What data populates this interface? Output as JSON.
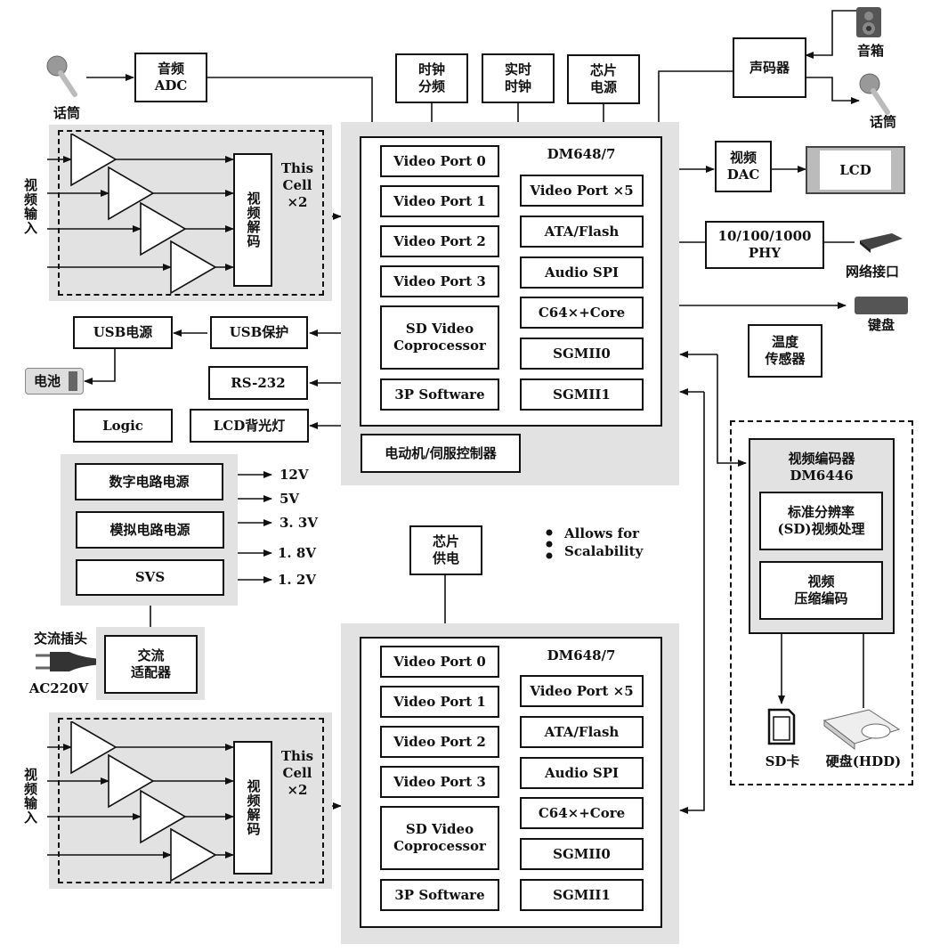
{
  "top": {
    "mic_label": "话筒",
    "audio_adc": "音频\nADC",
    "clock_div": "时钟\n分频",
    "rtc": "实时\n时钟",
    "chip_power": "芯片\n电源",
    "codec": "声码器",
    "speaker_label": "音箱",
    "mic2_label": "话筒"
  },
  "video_input_cell": {
    "input_label": "视频输入",
    "decoder": "视频解码",
    "cell_note": "This\nCell\n×2"
  },
  "dm648_left_ports": [
    "Video Port 0",
    "Video Port 1",
    "Video Port 2",
    "Video Port 3",
    "SD Video\nCoprocessor",
    "3P Software"
  ],
  "dm648_right_ports": [
    "Video Port ×5",
    "ATA/Flash",
    "Audio SPI",
    "C64×+Core",
    "SGMII0",
    "SGMII1"
  ],
  "dm648_title": "DM648/7",
  "motor_controller": "电动机/伺服控制器",
  "right_side": {
    "video_dac": "视频\nDAC",
    "lcd": "LCD",
    "phy": "10/100/1000\nPHY",
    "network_label": "网络接口",
    "keyboard_label": "键盘",
    "temp_sensor": "温度\n传感器"
  },
  "left_side": {
    "usb_power": "USB电源",
    "usb_protect": "USB保护",
    "battery": "电池",
    "rs232": "RS-232",
    "logic": "Logic",
    "lcd_backlight": "LCD背光灯"
  },
  "power": {
    "digital": "数字电路电源",
    "analog": "模拟电路电源",
    "svs": "SVS",
    "voltages": [
      "12V",
      "5V",
      "3. 3V",
      "1. 8V",
      "1. 2V"
    ],
    "plug_label": "交流插头",
    "ac_label": "AC220V",
    "adapter": "交流\n适配器"
  },
  "chip_supply": "芯片\n供电",
  "scalability": [
    "Allows for",
    "Scalability"
  ],
  "encoder": {
    "title": "视频编码器\nDM6446",
    "sd_proc": "标准分辨率\n(SD)视频处理",
    "compress": "视频\n压缩编码",
    "sd_card": "SD卡",
    "hdd": "硬盘(HDD)"
  }
}
